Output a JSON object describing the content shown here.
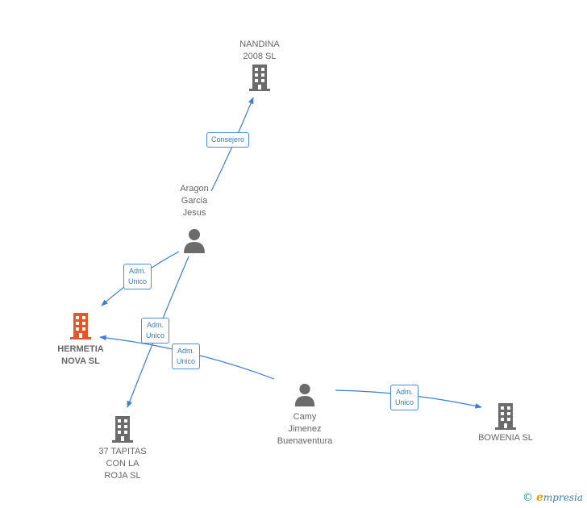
{
  "colors": {
    "edge": "#3b7dd8",
    "company": "#6b6b6b",
    "focus_company": "#e8552b",
    "person": "#6b6b6b"
  },
  "nodes": {
    "nandina": {
      "lines": [
        "NANDINA",
        "2008 SL"
      ],
      "type": "company",
      "icon": "building-icon"
    },
    "aragon": {
      "lines": [
        "Aragon",
        "Garcia",
        "Jesus"
      ],
      "type": "person",
      "icon": "person-icon"
    },
    "hermetia": {
      "lines": [
        "HERMETIA",
        "NOVA  SL"
      ],
      "type": "company-focus",
      "icon": "building-icon"
    },
    "tapitas": {
      "lines": [
        "37 TAPITAS",
        "CON LA",
        "ROJA  SL"
      ],
      "type": "company",
      "icon": "building-icon"
    },
    "camy": {
      "lines": [
        "Camy",
        "Jimenez",
        "Buenaventura"
      ],
      "type": "person",
      "icon": "person-icon"
    },
    "bowenia": {
      "lines": [
        "BOWENIA SL"
      ],
      "type": "company",
      "icon": "building-icon"
    }
  },
  "edges": [
    {
      "from": "aragon",
      "to": "nandina",
      "label": [
        "Consejero"
      ]
    },
    {
      "from": "aragon",
      "to": "hermetia",
      "label": [
        "Adm.",
        "Unico"
      ]
    },
    {
      "from": "aragon",
      "to": "tapitas",
      "label": [
        "Adm.",
        "Unico"
      ]
    },
    {
      "from": "camy",
      "to": "hermetia",
      "label": [
        "Adm.",
        "Unico"
      ]
    },
    {
      "from": "camy",
      "to": "bowenia",
      "label": [
        "Adm.",
        "Unico"
      ]
    }
  ],
  "footer": {
    "copyright": "©",
    "brand_e": "e",
    "brand_rest": "mpresia"
  }
}
